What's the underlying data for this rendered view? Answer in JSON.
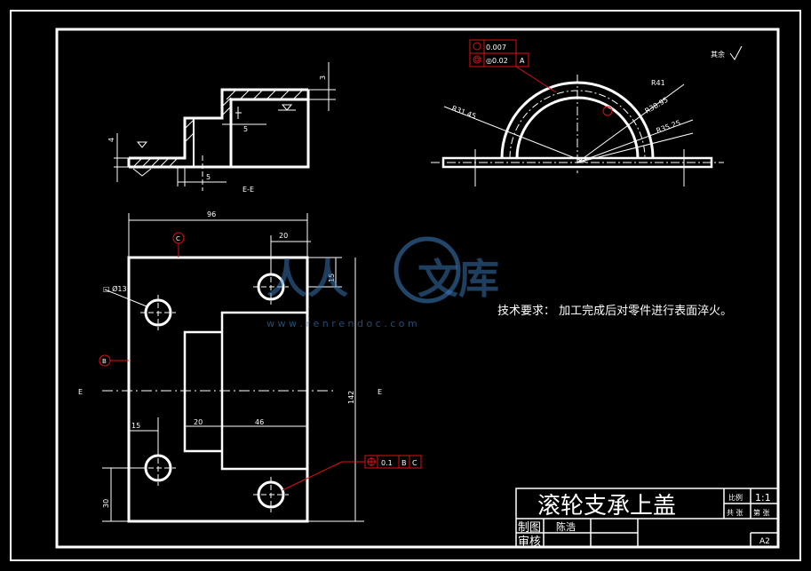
{
  "drawing": {
    "title": "滚轮支承上盖",
    "tech_requirements": "技术要求：  加工完成后对零件进行表面淬火。",
    "section_label": "E-E",
    "e_left": "E",
    "e_right": "E",
    "rest_surface": "其余"
  },
  "title_block": {
    "scale_label": "比例",
    "scale_value": "1:1",
    "total_sheets": "共 张",
    "sheet_no": "第 张",
    "drawn_label": "制图",
    "drawn_by": "陈浩",
    "checked_label": "审核",
    "sheet_size": "A2"
  },
  "tolerances": {
    "circularity": "0.007",
    "coaxiality": "◎0.02",
    "coaxiality_datum": "A",
    "position": "0.1",
    "position_datum_b": "B",
    "position_datum_c": "C",
    "datum_b": "B",
    "datum_c": "C"
  },
  "dimensions": {
    "r_outer": "R41",
    "r_mid": "R38.95",
    "r_inner": "R35.25",
    "r_left": "R31.45",
    "width_total": "96",
    "hole_top_offset": "20",
    "hole_diameter": "□ Ø13",
    "hole_v_offset": "15",
    "height_total": "142",
    "slot_width": "20",
    "step_width": "46",
    "hole_left_offset": "15",
    "hole_bottom_offset": "30",
    "sec_dim_5a": "5",
    "sec_dim_5b": "5",
    "sec_dim_4": "4",
    "sec_dim_3": "3"
  },
  "watermark": {
    "text_left": "人人",
    "text_right": "文库",
    "url": "w w w . r e n r e n d o c . c o m"
  }
}
